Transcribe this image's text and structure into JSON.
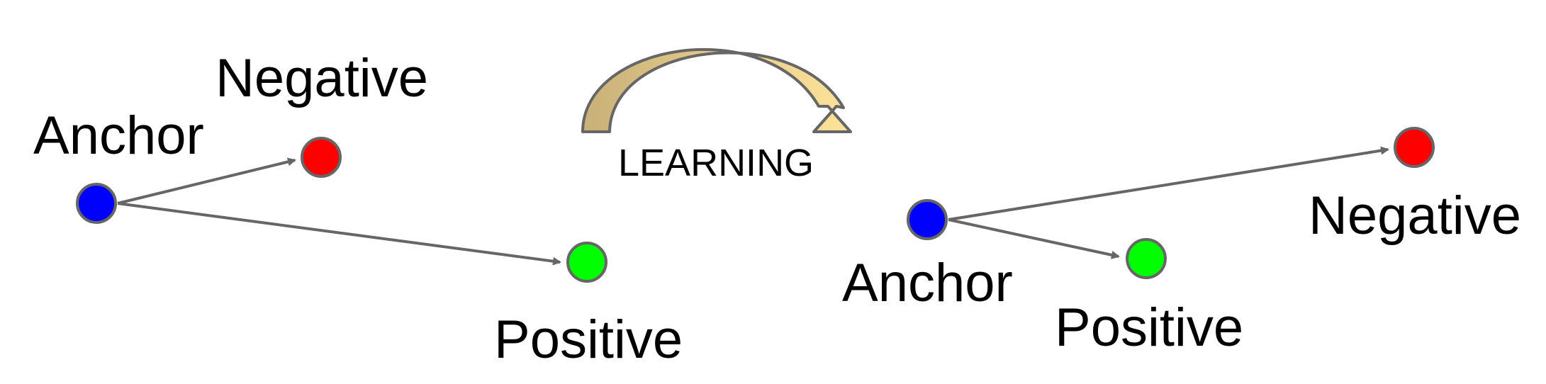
{
  "colors": {
    "anchor": "#0000FF",
    "negative": "#FF0000",
    "positive": "#00FF00",
    "edge": "#666666",
    "arrow_gradient_start": "#C8B078",
    "arrow_gradient_end": "#FFE39A"
  },
  "before": {
    "anchor_label": "Anchor",
    "negative_label": "Negative",
    "positive_label": "Positive"
  },
  "transition": {
    "label": "LEARNING",
    "icon": "curved-arrow-icon"
  },
  "after": {
    "anchor_label": "Anchor",
    "negative_label": "Negative",
    "positive_label": "Positive"
  }
}
